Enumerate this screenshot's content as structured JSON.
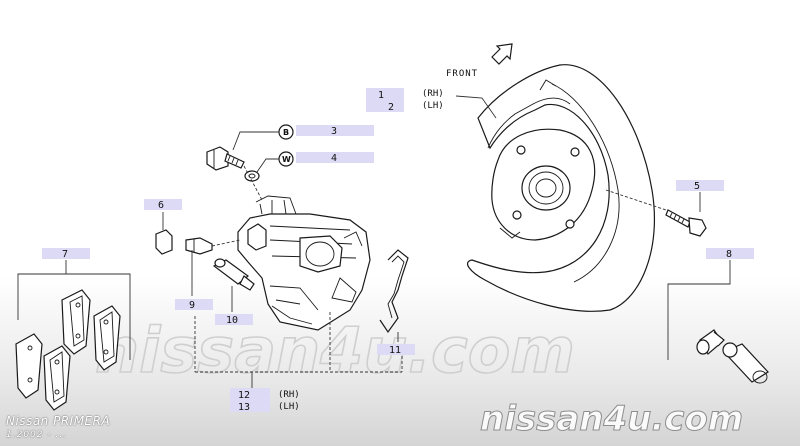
{
  "front_label": "FRONT",
  "callouts": {
    "c1": "1",
    "c2": "2",
    "c3": "3",
    "c4": "4",
    "c5": "5",
    "c6": "6",
    "c7": "7",
    "c8": "8",
    "c9": "9",
    "c10": "10",
    "c11": "11",
    "c12": "12",
    "c13": "13"
  },
  "side_labels": {
    "rh": "(RH)",
    "lh": "(LH)"
  },
  "circle_markers": {
    "b": "B",
    "w": "W"
  },
  "watermark": {
    "center": "nissan4u.com",
    "corner": "nissan4u.com"
  },
  "brand": {
    "model": "Nissan PRIMERA",
    "date": "1.2002 - ..."
  },
  "colors": {
    "highlight": "#dcdaf5",
    "line": "#1a1a1a"
  }
}
